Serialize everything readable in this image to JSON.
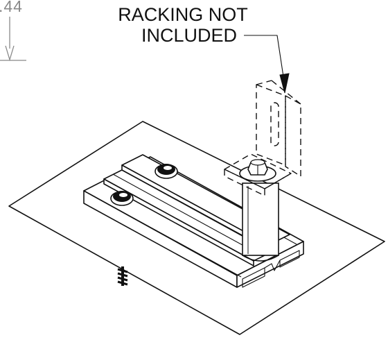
{
  "callout": {
    "line1": "RACKING NOT",
    "line2": "INCLUDED"
  },
  "dimension": {
    "value": ".44"
  },
  "colors": {
    "line": "#111111",
    "dimension": "#888888",
    "background": "#ffffff"
  }
}
